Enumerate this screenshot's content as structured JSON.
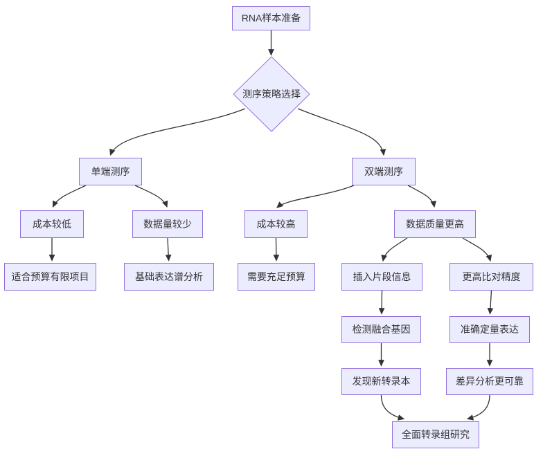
{
  "diagram": {
    "type": "flowchart",
    "direction": "top-down",
    "colors": {
      "background": "#ffffff",
      "node_fill": "#ECECFF",
      "node_border": "#9370DB",
      "edge_line": "#333333",
      "text": "#333333"
    },
    "nodes": [
      {
        "id": "rna-sample-prep",
        "shape": "rect",
        "label": "RNA样本准备"
      },
      {
        "id": "strategy-decision",
        "shape": "diamond",
        "label": "测序策略选择"
      },
      {
        "id": "single-end",
        "shape": "rect",
        "label": "单端测序"
      },
      {
        "id": "paired-end",
        "shape": "rect",
        "label": "双端测序"
      },
      {
        "id": "cost-low",
        "shape": "rect",
        "label": "成本较低"
      },
      {
        "id": "data-less",
        "shape": "rect",
        "label": "数据量较少"
      },
      {
        "id": "cost-high",
        "shape": "rect",
        "label": "成本较高"
      },
      {
        "id": "quality-high",
        "shape": "rect",
        "label": "数据质量更高"
      },
      {
        "id": "budget-limited",
        "shape": "rect",
        "label": "适合预算有限项目"
      },
      {
        "id": "basic-expression",
        "shape": "rect",
        "label": "基础表达谱分析"
      },
      {
        "id": "budget-sufficient",
        "shape": "rect",
        "label": "需要充足预算"
      },
      {
        "id": "insert-info",
        "shape": "rect",
        "label": "插入片段信息"
      },
      {
        "id": "align-precision",
        "shape": "rect",
        "label": "更高比对精度"
      },
      {
        "id": "fusion-gene",
        "shape": "rect",
        "label": "检测融合基因"
      },
      {
        "id": "quant-expression",
        "shape": "rect",
        "label": "准确定量表达"
      },
      {
        "id": "new-transcript",
        "shape": "rect",
        "label": "发现新转录本"
      },
      {
        "id": "diff-reliable",
        "shape": "rect",
        "label": "差异分析更可靠"
      },
      {
        "id": "transcriptome",
        "shape": "rect",
        "label": "全面转录组研究"
      }
    ],
    "edges": [
      {
        "from": "rna-sample-prep",
        "to": "strategy-decision"
      },
      {
        "from": "strategy-decision",
        "to": "single-end"
      },
      {
        "from": "strategy-decision",
        "to": "paired-end"
      },
      {
        "from": "single-end",
        "to": "cost-low"
      },
      {
        "from": "single-end",
        "to": "data-less"
      },
      {
        "from": "paired-end",
        "to": "cost-high"
      },
      {
        "from": "paired-end",
        "to": "quality-high"
      },
      {
        "from": "cost-low",
        "to": "budget-limited"
      },
      {
        "from": "data-less",
        "to": "basic-expression"
      },
      {
        "from": "cost-high",
        "to": "budget-sufficient"
      },
      {
        "from": "quality-high",
        "to": "insert-info"
      },
      {
        "from": "quality-high",
        "to": "align-precision"
      },
      {
        "from": "insert-info",
        "to": "fusion-gene"
      },
      {
        "from": "align-precision",
        "to": "quant-expression"
      },
      {
        "from": "fusion-gene",
        "to": "new-transcript"
      },
      {
        "from": "quant-expression",
        "to": "diff-reliable"
      },
      {
        "from": "new-transcript",
        "to": "transcriptome"
      },
      {
        "from": "diff-reliable",
        "to": "transcriptome"
      }
    ]
  }
}
